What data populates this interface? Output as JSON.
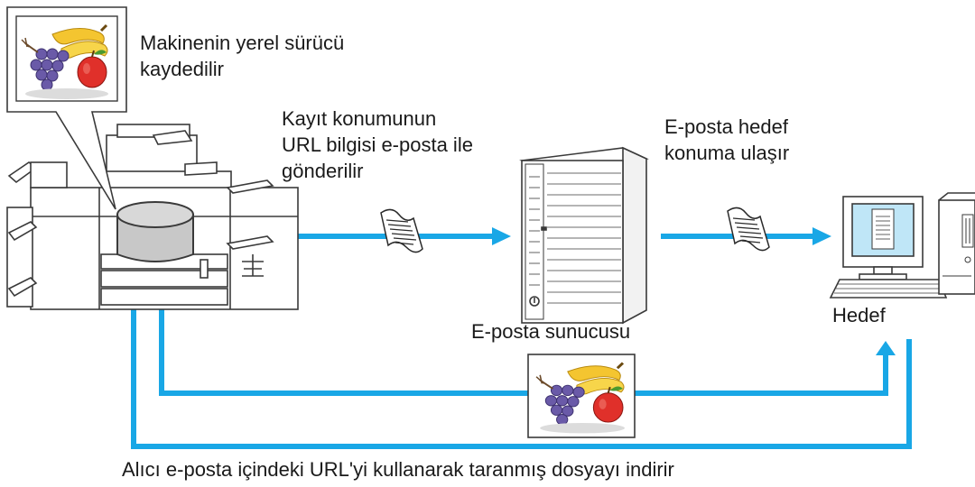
{
  "labels": {
    "local_drive_line1": "Makinenin yerel sürücü",
    "local_drive_line2": "kaydedilir",
    "url_sent_line1": "Kayıt konumunun",
    "url_sent_line2": "URL bilgisi e-posta ile",
    "url_sent_line3": "gönderilir",
    "email_reaches_line1": "E-posta hedef",
    "email_reaches_line2": "konuma ulaşır",
    "email_server": "E-posta sunucusu",
    "destination": "Hedef",
    "recipient_download": "Alıcı e-posta içindeki URL'yi kullanarak taranmış dosyayı indirir"
  },
  "colors": {
    "arrow": "#19a7e6",
    "device_stroke": "#3a3a3a",
    "drive_fill": "#c8c8c8",
    "screen_fill": "#bfe6f7"
  },
  "icons": [
    "printer-mfp-icon",
    "local-drive-icon",
    "scanned-image-icon",
    "email-document-icon",
    "email-server-icon",
    "pc-computer-icon"
  ]
}
